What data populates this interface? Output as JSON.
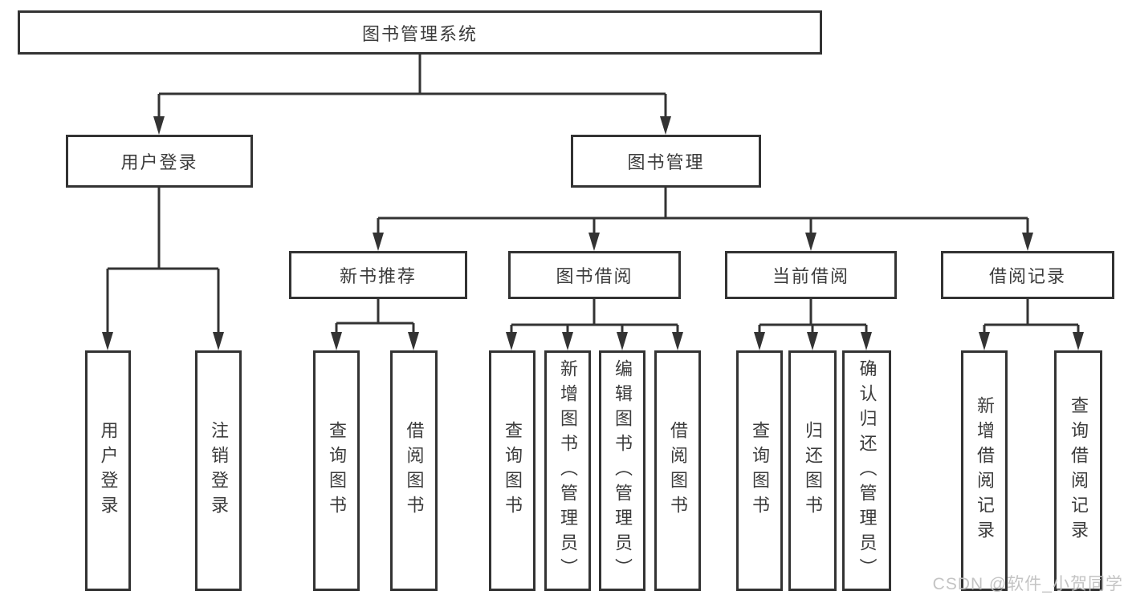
{
  "diagram_title": "图书管理系统",
  "tree": {
    "root": {
      "label": "图书管理系统"
    },
    "children": [
      {
        "label": "用户登录",
        "children": [
          {
            "label": "用户登录"
          },
          {
            "label": "注销登录"
          }
        ]
      },
      {
        "label": "图书管理",
        "children": [
          {
            "label": "新书推荐",
            "children": [
              {
                "label": "查询图书"
              },
              {
                "label": "借阅图书"
              }
            ]
          },
          {
            "label": "图书借阅",
            "children": [
              {
                "label": "查询图书"
              },
              {
                "label": "新增图书（管理员）"
              },
              {
                "label": "编辑图书（管理员）"
              },
              {
                "label": "借阅图书"
              }
            ]
          },
          {
            "label": "当前借阅",
            "children": [
              {
                "label": "查询图书"
              },
              {
                "label": "归还图书"
              },
              {
                "label": "确认归还（管理员）"
              }
            ]
          },
          {
            "label": "借阅记录",
            "children": [
              {
                "label": "新增借阅记录"
              },
              {
                "label": "查询借阅记录"
              }
            ]
          }
        ]
      }
    ]
  },
  "watermark": "CSDN @软件_小贺同学",
  "colors": {
    "line": "#333333",
    "text": "#3c3c3c",
    "background": "#ffffff",
    "watermark": "#c1c1c1"
  }
}
